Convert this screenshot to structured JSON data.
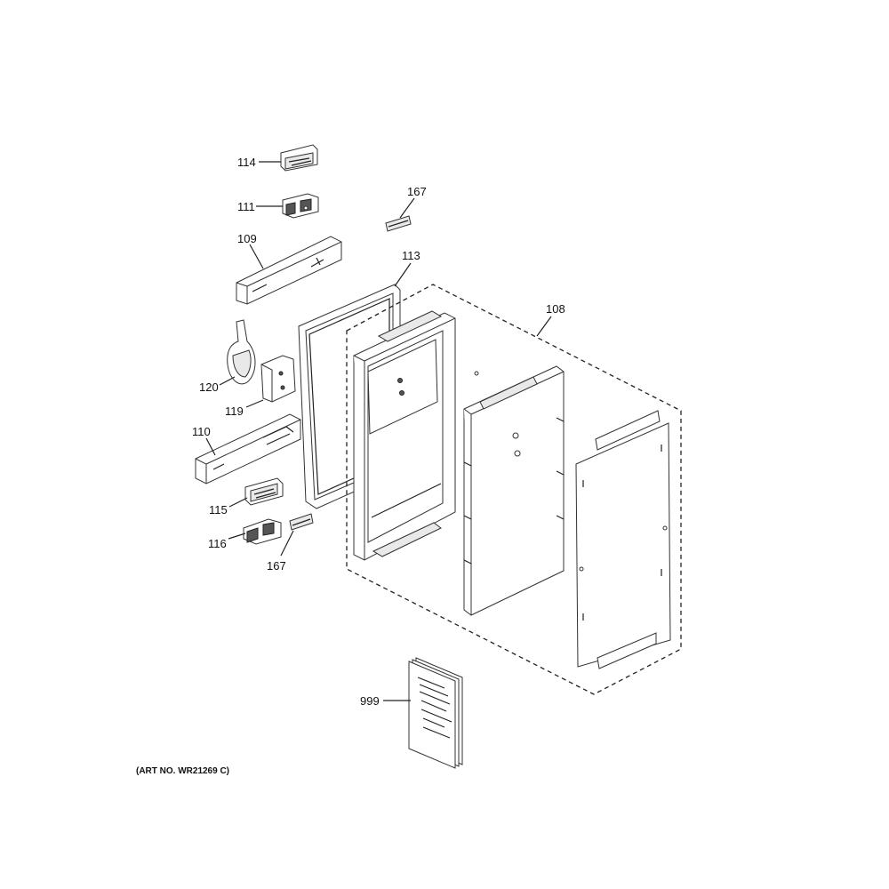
{
  "callouts": {
    "c114": "114",
    "c111": "111",
    "c109": "109",
    "c167_top": "167",
    "c113": "113",
    "c108": "108",
    "c120": "120",
    "c119": "119",
    "c110": "110",
    "c115": "115",
    "c116": "116",
    "c167_bottom": "167",
    "c999": "999"
  },
  "art_number": "(ART NO. WR21269 C)"
}
